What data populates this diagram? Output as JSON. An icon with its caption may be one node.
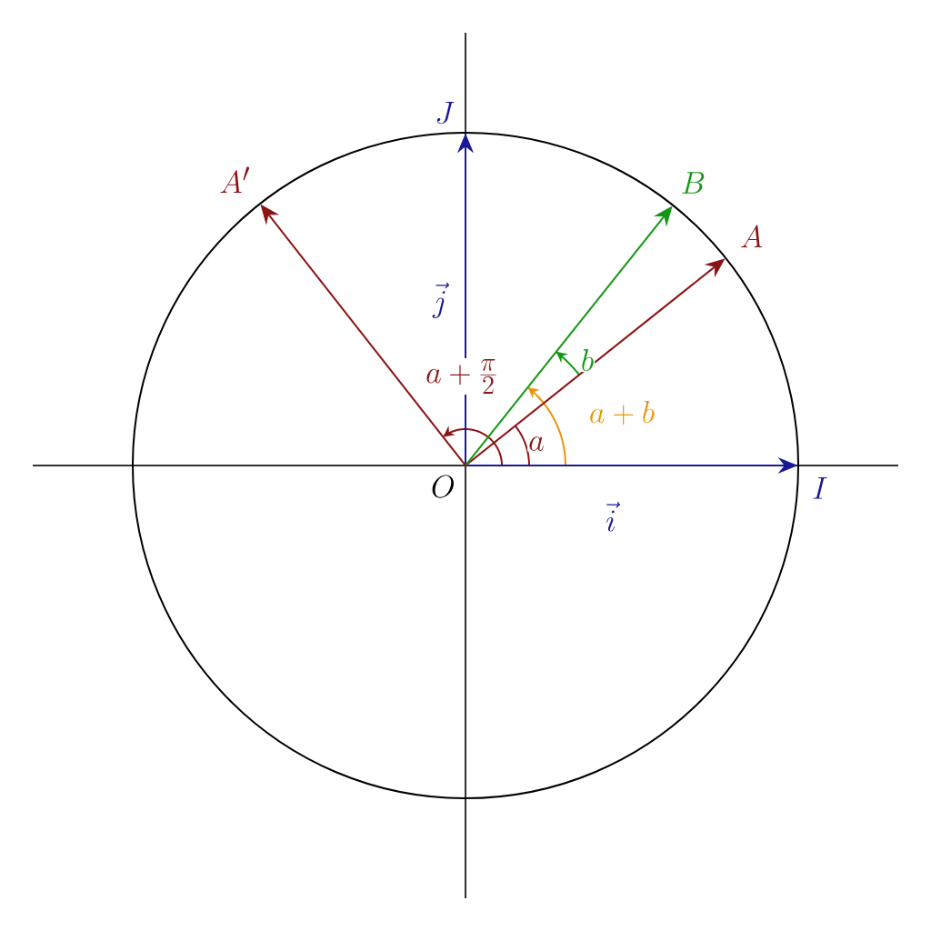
{
  "diagram": {
    "nodes": [
      {
        "text": [
          "O"
        ]
      },
      {
        "text": [
          "I"
        ]
      },
      {
        "text": [
          "J"
        ]
      },
      {
        "text": [
          "A"
        ]
      },
      {
        "text": [
          "B"
        ]
      },
      {
        "text": [
          "A'"
        ]
      }
    ],
    "edges": [
      {
        "from": 0,
        "to": 1,
        "arrow": "to",
        "label": "\\vec{i}",
        "color": "#1a1a96"
      },
      {
        "from": 0,
        "to": 2,
        "arrow": "to",
        "label": "\\vec{j}",
        "color": "#1a1a96"
      },
      {
        "from": 0,
        "to": 3,
        "arrow": "to",
        "color": "#8c1414"
      },
      {
        "from": 0,
        "to": 4,
        "arrow": "to",
        "color": "#149614"
      },
      {
        "from": 0,
        "to": 5,
        "arrow": "to",
        "color": "#8c1414"
      }
    ],
    "labels": [
      "b",
      "a+\\frac{\\pi}{2}",
      "a+b",
      "a"
    ]
  }
}
